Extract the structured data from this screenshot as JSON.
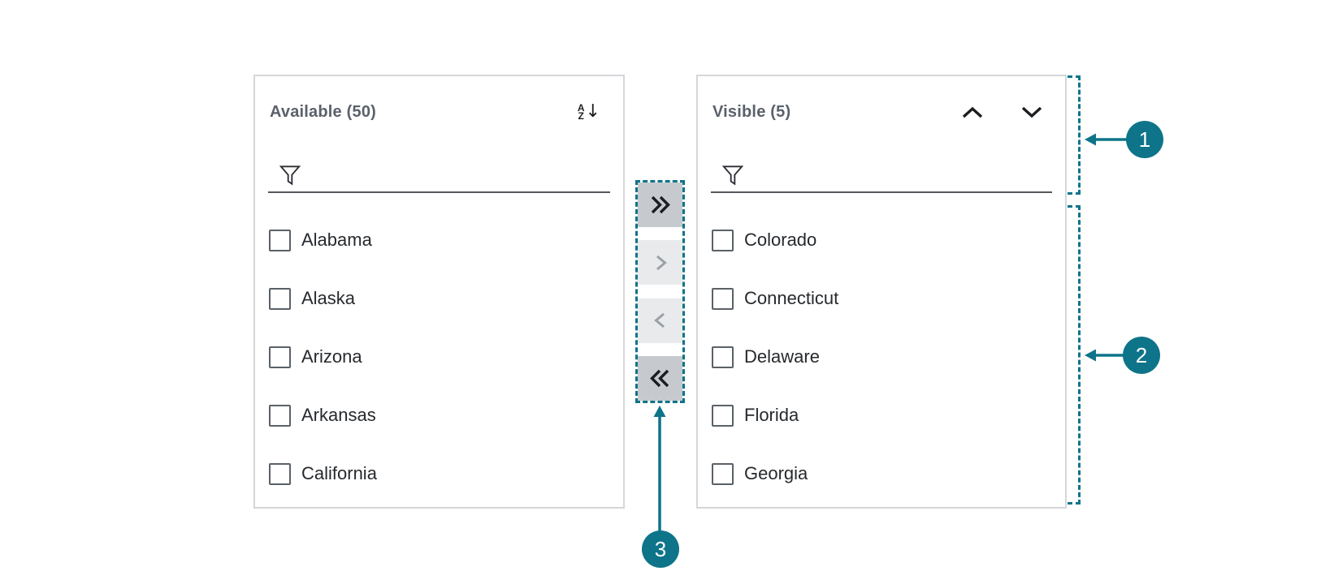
{
  "colors": {
    "accent_teal": "#0E7489",
    "panel_border": "#D4D6D9",
    "header_text": "#5B616B",
    "item_text": "#26292D",
    "checkbox_border": "#5A6167",
    "filter_underline": "#54585C",
    "icon_dark": "#1B1E20",
    "icon_disabled": "#9CA1A6",
    "button_enabled_bg": "#C6CACE",
    "button_disabled_bg": "#E9EAEC"
  },
  "available_panel": {
    "title": "Available (50)",
    "filter": {
      "value": "",
      "placeholder": ""
    },
    "items": [
      {
        "label": "Alabama",
        "checked": false
      },
      {
        "label": "Alaska",
        "checked": false
      },
      {
        "label": "Arizona",
        "checked": false
      },
      {
        "label": "Arkansas",
        "checked": false
      },
      {
        "label": "California",
        "checked": false
      }
    ]
  },
  "visible_panel": {
    "title": "Visible (5)",
    "filter": {
      "value": "",
      "placeholder": ""
    },
    "items": [
      {
        "label": "Colorado",
        "checked": false
      },
      {
        "label": "Connecticut",
        "checked": false
      },
      {
        "label": "Delaware",
        "checked": false
      },
      {
        "label": "Florida",
        "checked": false
      },
      {
        "label": "Georgia",
        "checked": false
      }
    ]
  },
  "icons": {
    "sort": {
      "letter_top": "A",
      "letter_bottom": "Z",
      "arrow": "↓"
    },
    "filter": "funnel-icon",
    "move_up": "chevron-up-icon",
    "move_down": "chevron-down-icon"
  },
  "transfer_buttons": {
    "move_all_right": {
      "icon": "double-chevron-right-icon",
      "enabled": true
    },
    "move_right": {
      "icon": "chevron-right-icon",
      "enabled": false
    },
    "move_left": {
      "icon": "chevron-left-icon",
      "enabled": false
    },
    "move_all_left": {
      "icon": "double-chevron-left-icon",
      "enabled": true
    }
  },
  "callouts": [
    {
      "number": "1"
    },
    {
      "number": "2"
    },
    {
      "number": "3"
    }
  ]
}
